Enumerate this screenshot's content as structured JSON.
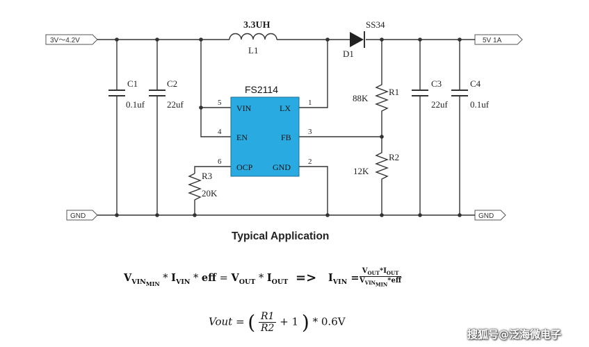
{
  "ports": {
    "vin": "3V～4.2V",
    "vout": "5V 1A",
    "gnd_left": "GND",
    "gnd_right": "GND"
  },
  "inductor": {
    "value": "3.3UH",
    "ref": "L1"
  },
  "diode": {
    "part": "SS34",
    "ref": "D1"
  },
  "ic": {
    "name": "FS2114",
    "pins": [
      {
        "num": "5",
        "name": "VIN"
      },
      {
        "num": "4",
        "name": "EN"
      },
      {
        "num": "6",
        "name": "OCP"
      },
      {
        "num": "1",
        "name": "LX"
      },
      {
        "num": "3",
        "name": "FB"
      },
      {
        "num": "2",
        "name": "GND"
      }
    ],
    "fill_color": "#29abe2"
  },
  "capacitors": [
    {
      "ref": "C1",
      "value": "0.1uf"
    },
    {
      "ref": "C2",
      "value": "22uf"
    },
    {
      "ref": "C3",
      "value": "22uf"
    },
    {
      "ref": "C4",
      "value": "0.1uf"
    }
  ],
  "resistors": [
    {
      "ref": "R1",
      "value": "88K"
    },
    {
      "ref": "R2",
      "value": "12K"
    },
    {
      "ref": "R3",
      "value": "20K"
    }
  ],
  "title": "Typical Application",
  "formula1": {
    "lhs_v": "V",
    "lhs_v_sub": "VIN",
    "lhs_v_subsub": "MIN",
    "op_mul": " * ",
    "lhs_i": "I",
    "lhs_i_sub": "VIN",
    "eff": "eff",
    "eq": " = ",
    "rhs_v": "V",
    "rhs_v_sub": "OUT",
    "rhs_i": "I",
    "rhs_i_sub": "OUT",
    "arrow": "=>",
    "iv": "I",
    "iv_sub": "VIN",
    "frac_num": "V",
    "frac_num_sub": "OUT",
    "frac_num2": "I",
    "frac_num2_sub": "OUT",
    "frac_den": "V",
    "frac_den_sub": "VIN",
    "frac_den_subsub": "MIN",
    "frac_den_eff": "*eff"
  },
  "formula2": {
    "lhs": "Vout",
    "eq": " = ",
    "num": "R1",
    "den": "R2",
    "plus": " + 1",
    "tail": " * 0.6V"
  },
  "watermark": "搜狐号@泛海微电子"
}
